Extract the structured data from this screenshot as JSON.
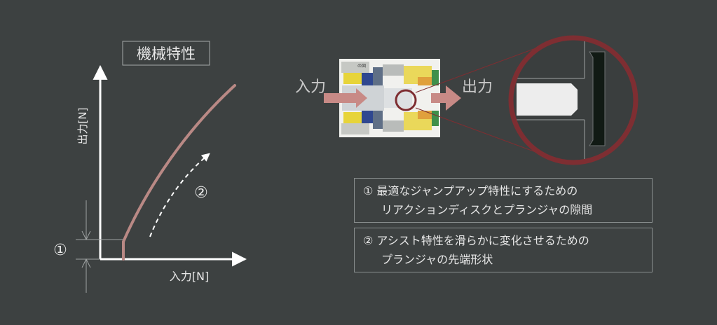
{
  "graph": {
    "title": "機械特性",
    "y_axis_label": "出力[N]",
    "x_axis_label": "入力[N]",
    "marker_1": "①",
    "marker_2": "②"
  },
  "mechanism": {
    "input_label": "入力",
    "output_label": "出力",
    "drawing_tag": "の図"
  },
  "notes": [
    {
      "line1": "① 最適なジャンプアップ特性にするための",
      "line2": "リアクションディスクとプランジャの隙間"
    },
    {
      "line1": "② アシスト特性を滑らかに変化させるための",
      "line2": "プランジャの先端形状"
    }
  ],
  "colors": {
    "background": "#3d4141",
    "curve": "#b98985",
    "axis": "#ffffff",
    "zoom_ring": "#7e2e32",
    "arrow": "#c88a86",
    "disk": "#111a14"
  }
}
